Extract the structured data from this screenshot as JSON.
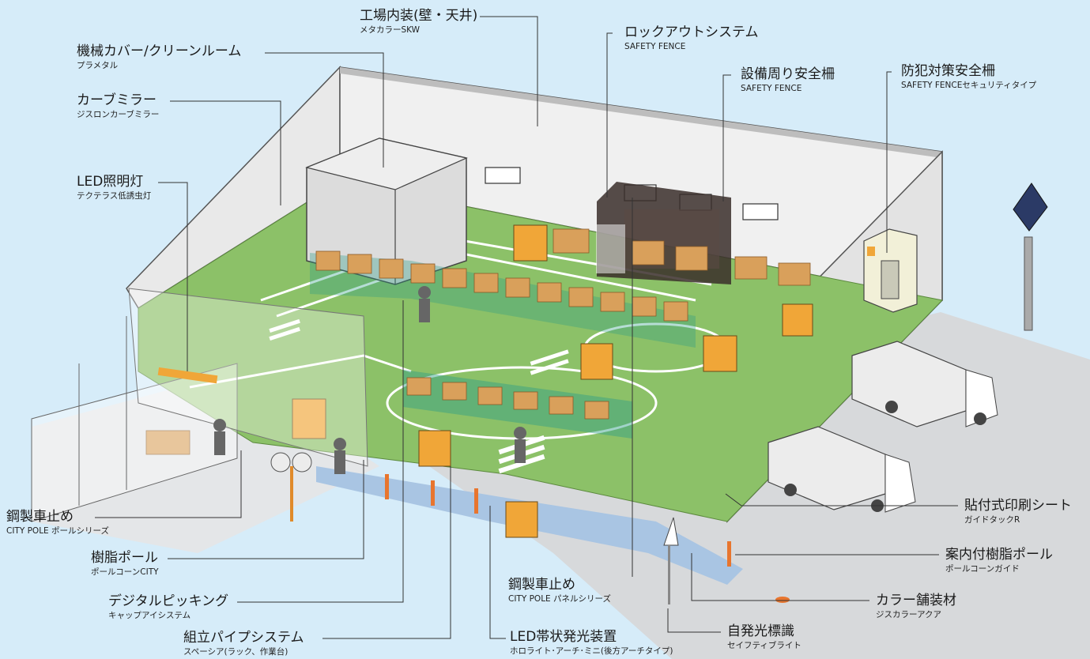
{
  "labels": {
    "kojou_naisou": {
      "title": "工場内装(壁・天井)",
      "sub": "メタカラーSKW"
    },
    "kikai_cover": {
      "title": "機械カバー/クリーンルーム",
      "sub": "プラメタル"
    },
    "curve_mirror": {
      "title": "カーブミラー",
      "sub": "ジスロンカーブミラー"
    },
    "led_shoumei": {
      "title": "LED照明灯",
      "sub": "テクテラス低誘虫灯"
    },
    "lockout": {
      "title": "ロックアウトシステム",
      "sub": "SAFETY FENCE"
    },
    "setsubi_saku": {
      "title": "設備周り安全柵",
      "sub": "SAFETY FENCE"
    },
    "bouhan_saku": {
      "title": "防犯対策安全柵",
      "sub": "SAFETY FENCEセキュリティタイプ"
    },
    "kousei_pole": {
      "title": "鋼製車止め",
      "sub": "CITY POLE ポールシリーズ"
    },
    "jushi_pole": {
      "title": "樹脂ポール",
      "sub": "ポールコーンCITY"
    },
    "digital_picking": {
      "title": "デジタルピッキング",
      "sub": "キャップアイシステム"
    },
    "kumitate_pipe": {
      "title": "組立パイプシステム",
      "sub": "スペーシア(ラック、作業台)"
    },
    "kousei_panel": {
      "title": "鋼製車止め",
      "sub": "CITY POLE パネルシリーズ"
    },
    "led_obijou": {
      "title": "LED帯状発光装置",
      "sub": "ホロライト･アーチ･ミニ(後方アーチタイプ)"
    },
    "jihatsu": {
      "title": "自発光標識",
      "sub": "セイフティブライト"
    },
    "color_hosou": {
      "title": "カラー舗装材",
      "sub": "ジスカラーアクア"
    },
    "annai_pole": {
      "title": "案内付樹脂ポール",
      "sub": "ポールコーンガイド"
    },
    "harituke_sheet": {
      "title": "貼付式印刷シート",
      "sub": "ガイドタックR"
    }
  },
  "colors": {
    "background": "#d6ecf9",
    "floor": "#8cc168",
    "wall": "#eeeeee",
    "rack_frame": "#2e9e88",
    "box": "#d9a05b",
    "forklift": "#f0a638",
    "leader": "#333333"
  }
}
